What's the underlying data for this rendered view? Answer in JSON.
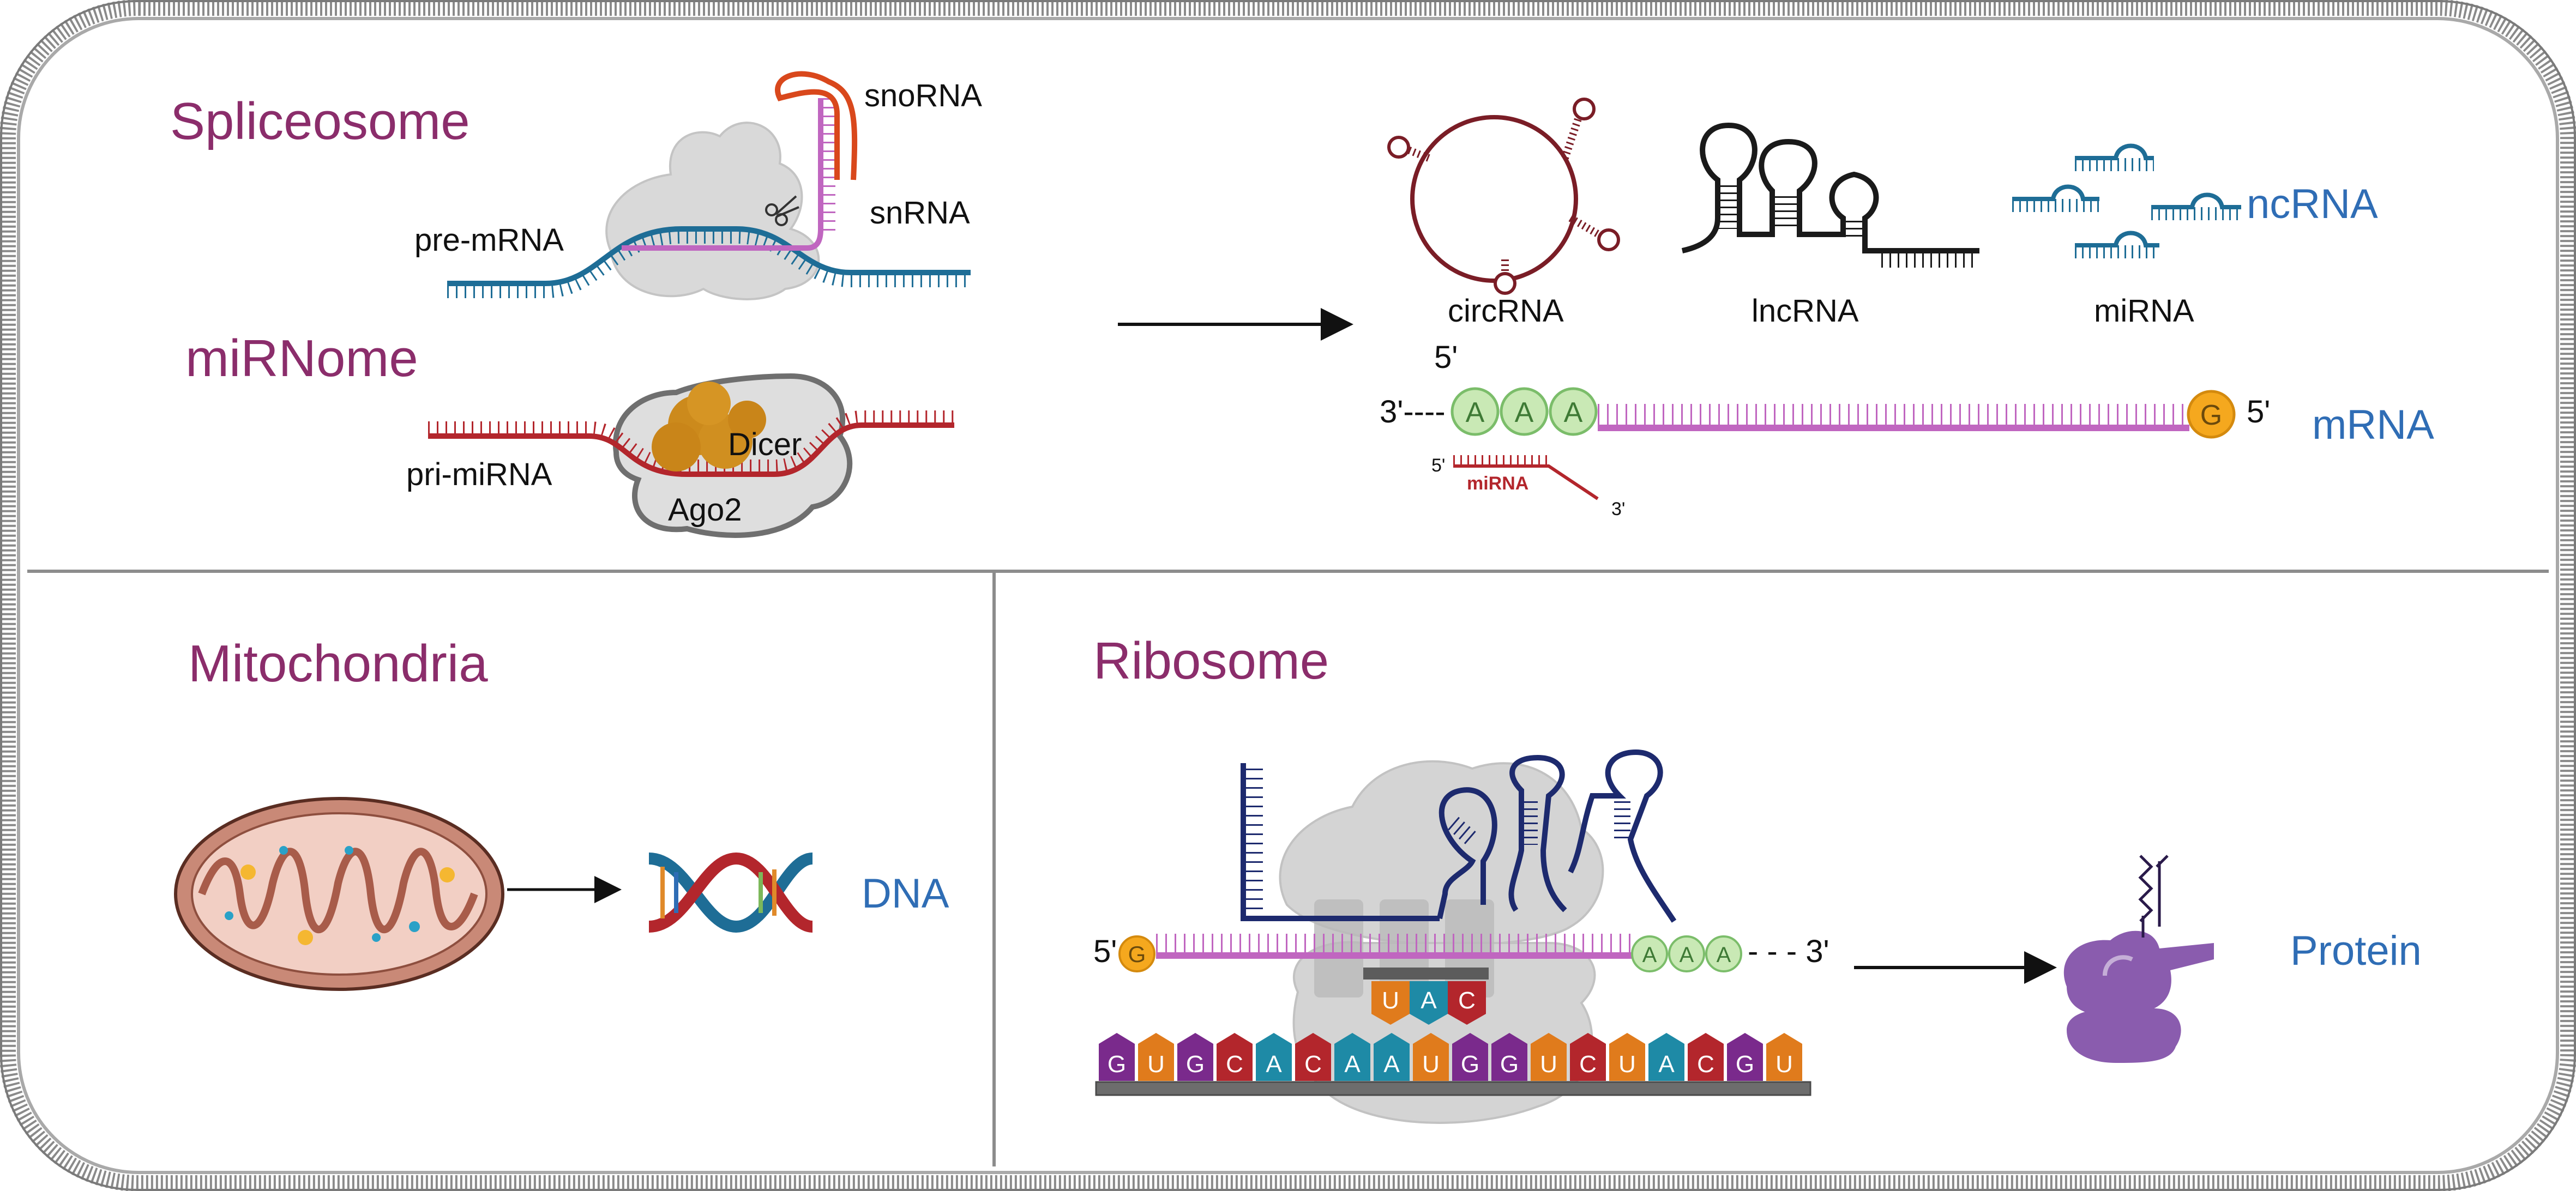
{
  "sections": {
    "spliceosome": {
      "title": "Spliceosome",
      "labels": {
        "pre_mrna": "pre-mRNA",
        "snorna": "snoRNA",
        "snrna": "snRNA"
      }
    },
    "mirnome": {
      "title": "miRNome",
      "labels": {
        "pri_mirna": "pri-miRNA",
        "dicer": "Dicer",
        "ago2": "Ago2"
      }
    },
    "ncrna": {
      "label": "ncRNA",
      "types": [
        "circRNA",
        "lncRNA",
        "miRNA"
      ]
    },
    "mrna": {
      "label": "mRNA",
      "five_prime_top": "5'",
      "three_prime_left": "3'----",
      "five_prime_right": "5'",
      "poly_a": [
        "A",
        "A",
        "A"
      ],
      "cap": "G",
      "mirna_label": "miRNA",
      "mirna_five": "5'",
      "mirna_three": "3'"
    },
    "mitochondria": {
      "title": "Mitochondria",
      "dna_label": "DNA"
    },
    "ribosome": {
      "title": "Ribosome",
      "five_prime": "5'",
      "three_prime": "- - - 3'",
      "cap": "G",
      "poly_a": [
        "A",
        "A",
        "A"
      ],
      "anticodon": [
        "U",
        "A",
        "C"
      ],
      "codons": [
        "G",
        "U",
        "G",
        "C",
        "A",
        "C",
        "A",
        "A",
        "U",
        "G",
        "G",
        "U",
        "C",
        "U",
        "A",
        "C",
        "G",
        "U"
      ],
      "protein_label": "Protein"
    }
  },
  "colors": {
    "title": "#8b2d6b",
    "label_blue": "#2f6db5",
    "mrna_pink": "#c066c0",
    "rna_blue": "#1e6d96",
    "rna_red": "#b3262c",
    "sno_orange": "#d9481c",
    "trna_navy": "#1d2a6e",
    "cap_orange": "#f5a81e",
    "polya_green": "#c9e9b5",
    "protein_purple": "#8a5cae",
    "membrane_grey": "#8c8c8c"
  }
}
